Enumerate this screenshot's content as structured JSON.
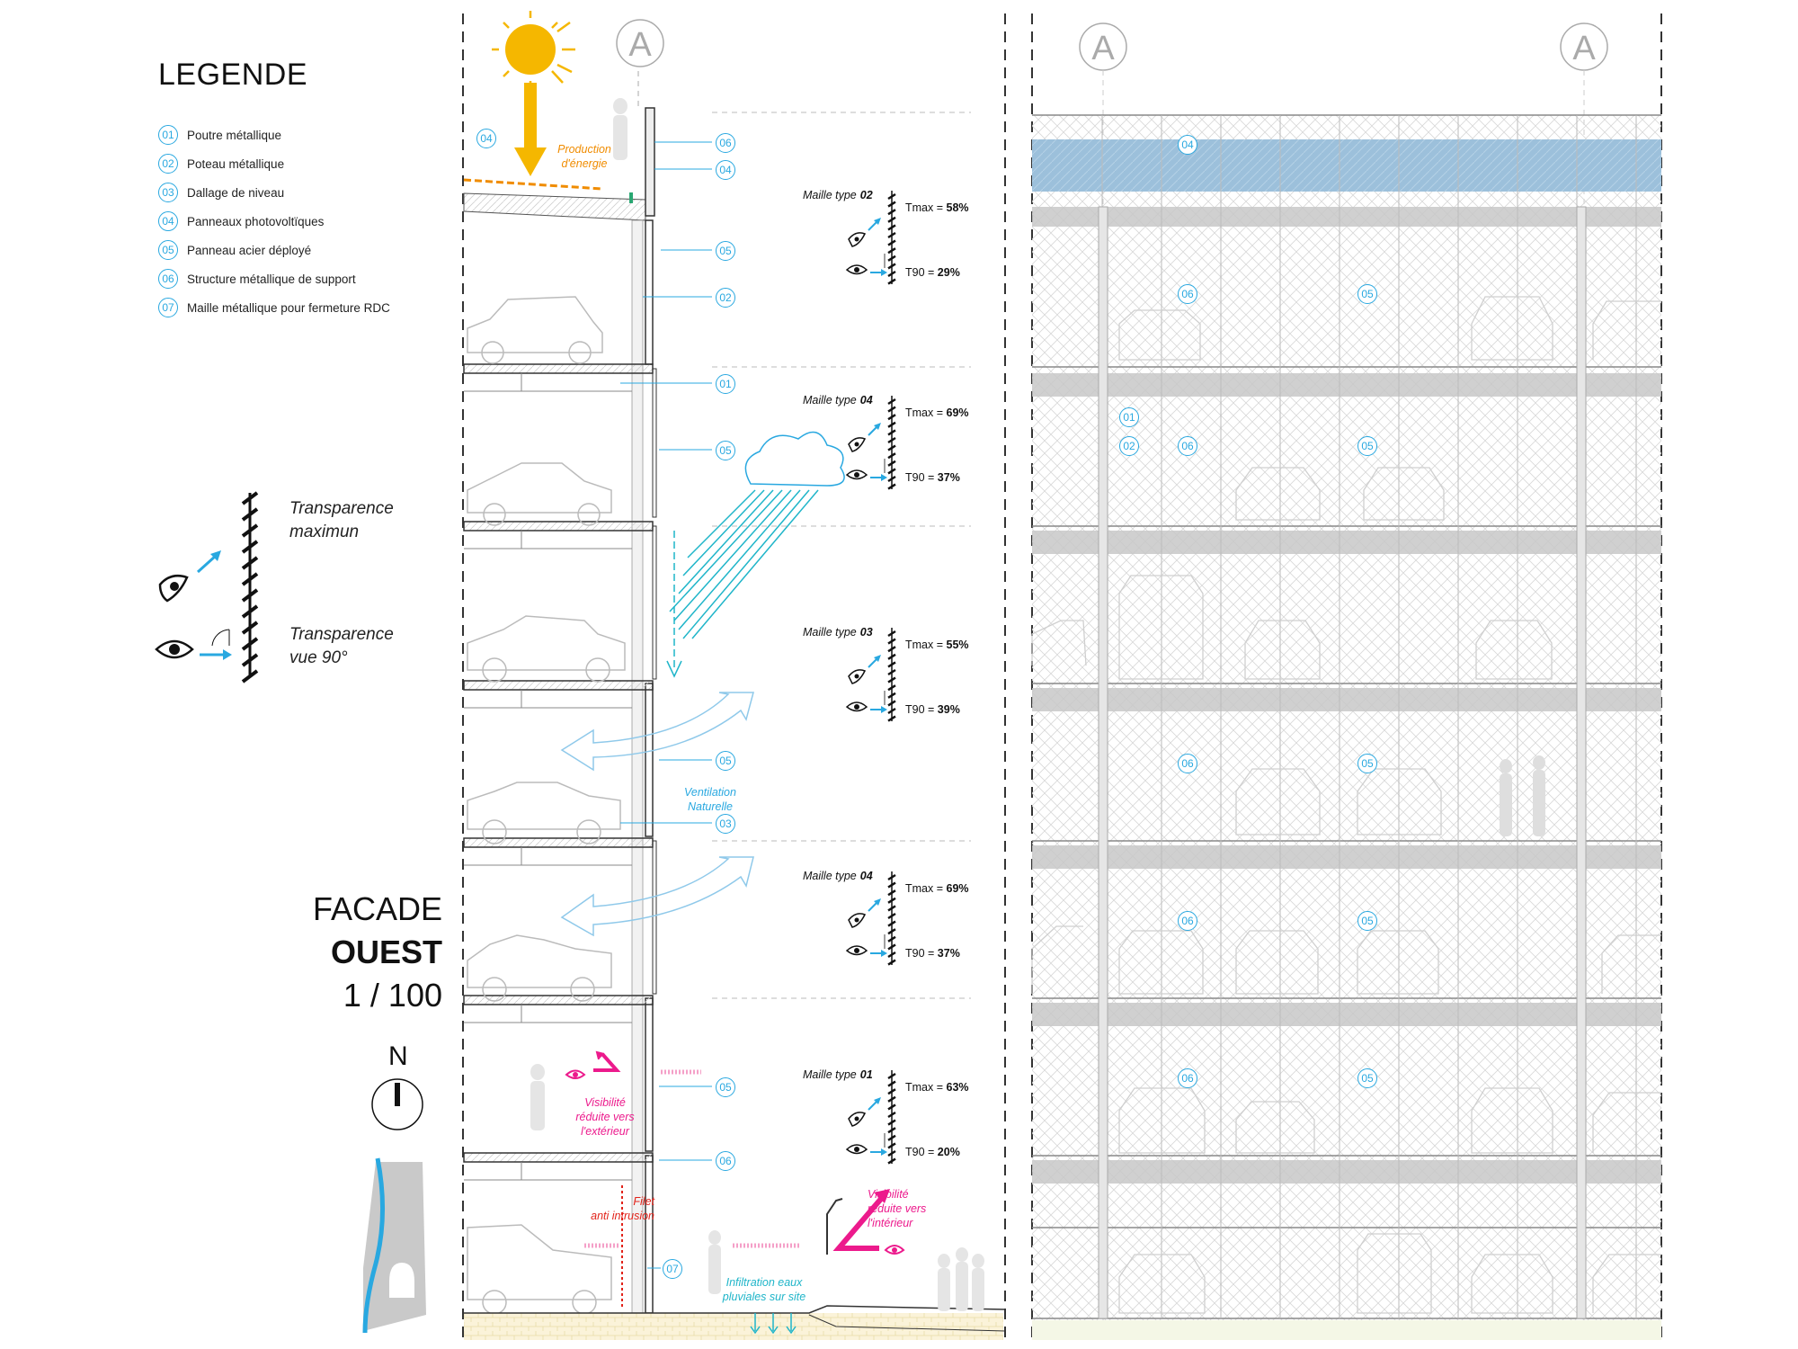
{
  "legend": {
    "title": "LEGENDE",
    "items": [
      {
        "num": "01",
        "label": "Poutre métallique"
      },
      {
        "num": "02",
        "label": "Poteau métallique"
      },
      {
        "num": "03",
        "label": "Dallage de niveau"
      },
      {
        "num": "04",
        "label": "Panneaux photovoltïques"
      },
      {
        "num": "05",
        "label": "Panneau acier déployé"
      },
      {
        "num": "06",
        "label": "Structure métallique de support"
      },
      {
        "num": "07",
        "label": "Maille métallique pour fermeture RDC"
      }
    ],
    "transparence_max_line1": "Transparence",
    "transparence_max_line2": "maximun",
    "transparence_90_line1": "Transparence",
    "transparence_90_line2": "vue 90°"
  },
  "facade": {
    "line1": "FACADE",
    "line2": "OUEST",
    "scale": "1 / 100"
  },
  "north": {
    "label": "N"
  },
  "grid": {
    "axis_label": "A"
  },
  "section_labels": {
    "energy_line1": "Production",
    "energy_line2": "d'énergie",
    "ventilation_line1": "Ventilation",
    "ventilation_line2": "Naturelle",
    "visibility_ext_line1": "Visibilité",
    "visibility_ext_line2": "réduite vers",
    "visibility_ext_line3": "l'extérieur",
    "visibility_int_line1": "Visibilité",
    "visibility_int_line2": "réduite vers",
    "visibility_int_line3": "l'intérieur",
    "filet_line1": "Filet",
    "filet_line2": "anti intrusion",
    "infiltration_line1": "Infiltration eaux",
    "infiltration_line2": "pluviales sur site"
  },
  "section_tags": {
    "t04a": "04",
    "t06a": "06",
    "t04b": "04",
    "t05a": "05",
    "t02a": "02",
    "t01a": "01",
    "t05b": "05",
    "t05c": "05",
    "t03a": "03",
    "t05d": "05",
    "t06b": "06",
    "t07a": "07"
  },
  "meshes": [
    {
      "type_label": "Maille type",
      "type_num": "02",
      "tmax_label": "Tmax = ",
      "tmax": "58%",
      "t90_label": "T90 = ",
      "t90": "29%"
    },
    {
      "type_label": "Maille type",
      "type_num": "04",
      "tmax_label": "Tmax = ",
      "tmax": "69%",
      "t90_label": "T90 = ",
      "t90": "37%"
    },
    {
      "type_label": "Maille type",
      "type_num": "03",
      "tmax_label": "Tmax = ",
      "tmax": "55%",
      "t90_label": "T90 = ",
      "t90": "39%"
    },
    {
      "type_label": "Maille type",
      "type_num": "04",
      "tmax_label": "Tmax = ",
      "tmax": "69%",
      "t90_label": "T90 = ",
      "t90": "37%"
    },
    {
      "type_label": "Maille type",
      "type_num": "01",
      "tmax_label": "Tmax = ",
      "tmax": "63%",
      "t90_label": "T90 = ",
      "t90": "20%"
    }
  ],
  "elevation_tags": {
    "pv": "04",
    "f1a": "06",
    "f1b": "05",
    "f2a": "01",
    "f2b": "02",
    "f2c": "06",
    "f2d": "05",
    "f4a": "06",
    "f4b": "05",
    "f5a": "06",
    "f5b": "05",
    "f6a": "06",
    "f6b": "05"
  },
  "colors": {
    "accent_blue": "#29a8e0",
    "sun_yellow": "#f5b700",
    "energy_orange": "#f08c00",
    "magenta": "#ec1a8c",
    "red": "#e2231a",
    "pv_blue": "#8fb8d6",
    "cyan": "#1fb5c9"
  }
}
